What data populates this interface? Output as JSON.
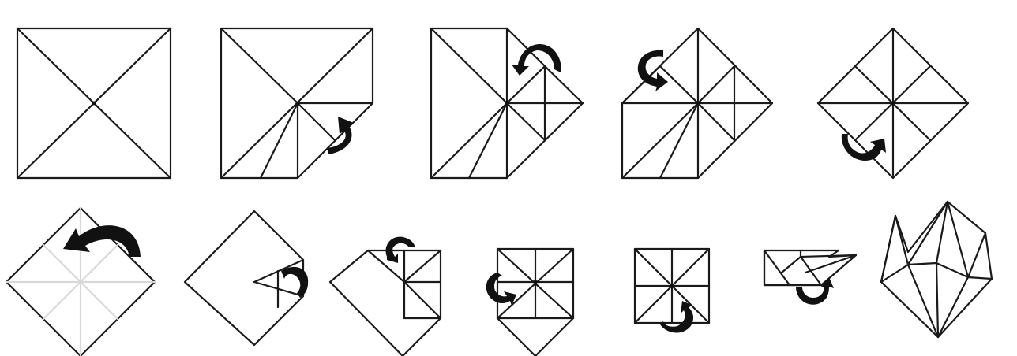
{
  "diagram": {
    "type": "folding-instructions",
    "rows": [
      {
        "steps": [
          {
            "id": 1,
            "fold": "square-with-diagonal-creases",
            "arrow": "none"
          },
          {
            "id": 2,
            "fold": "one-corner-folded-to-center",
            "arrow": "curved-arrow"
          },
          {
            "id": 3,
            "fold": "two-corners-folded-to-center",
            "arrow": "curved-arrow"
          },
          {
            "id": 4,
            "fold": "three-corners-folded-to-center",
            "arrow": "curved-arrow"
          },
          {
            "id": 5,
            "fold": "four-corners-folded-to-center",
            "arrow": "curved-arrow"
          }
        ]
      },
      {
        "steps": [
          {
            "id": 6,
            "fold": "flipped-over",
            "arrow": "large-curved-arrow"
          },
          {
            "id": 7,
            "fold": "corner-folded-to-center",
            "arrow": "curved-arrow"
          },
          {
            "id": 8,
            "fold": "two-corners-folded",
            "arrow": "curved-arrow"
          },
          {
            "id": 9,
            "fold": "three-corners-folded",
            "arrow": "curved-arrow"
          },
          {
            "id": 10,
            "fold": "small-square",
            "arrow": "curved-arrow"
          },
          {
            "id": 11,
            "fold": "folded-in-half",
            "arrow": "curved-arrow"
          },
          {
            "id": 12,
            "fold": "finished-fortune-teller",
            "arrow": "none"
          }
        ]
      }
    ],
    "colors": {
      "line": "#1a1a1a",
      "arrow": "#111111",
      "faint": "#d8d8d8",
      "paper": "#ffffff"
    }
  }
}
